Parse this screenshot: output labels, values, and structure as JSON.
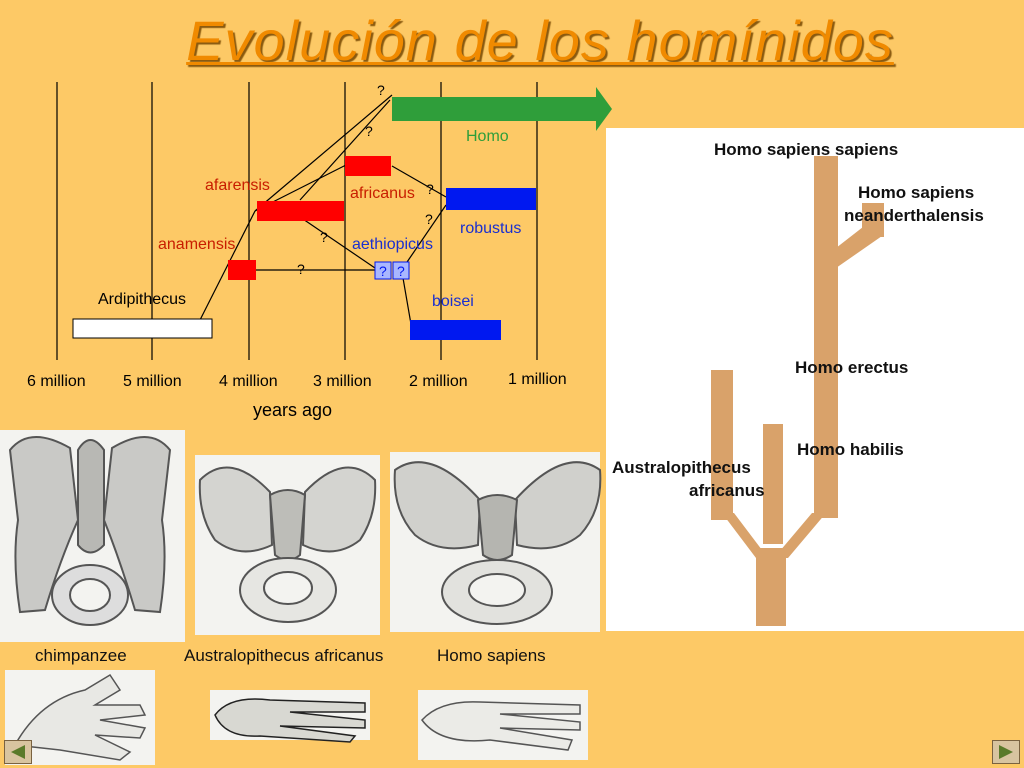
{
  "title": "Evolución de los homínidos",
  "timeline": {
    "axis_labels": [
      "6 million",
      "5 million",
      "4 million",
      "3 million",
      "2 million",
      "1 million"
    ],
    "axis_title": "years ago",
    "species": {
      "homo": "Homo",
      "afarensis": "afarensis",
      "africanus": "africanus",
      "robustus": "robustus",
      "anamensis": "anamensis",
      "aethiopicus": "aethiopicus",
      "ardipithecus": "Ardipithecus",
      "boisei": "boisei"
    },
    "question_mark": "?"
  },
  "tree": {
    "labels": {
      "sapiens_sapiens": "Homo sapiens sapiens",
      "neanderthalensis_1": "Homo sapiens",
      "neanderthalensis_2": "neanderthalensis",
      "erectus": "Homo erectus",
      "habilis": "Homo habilis",
      "australopithecus_1": "Australopithecus",
      "australopithecus_2": "africanus"
    },
    "branch_color": "#d9a26a"
  },
  "comparison": {
    "captions": [
      "chimpanzee",
      "Australopithecus africanus",
      "Homo sapiens"
    ]
  },
  "colors": {
    "background": "#fdc966",
    "title": "#f08a00",
    "homo_arrow": "#2f9e3a",
    "australopithecus_bar": "#ff0000",
    "paranthropus_bar": "#0018f0",
    "red_text": "#c81e00",
    "blue_text": "#1a2fd0"
  },
  "nav": {
    "prev": "previous-slide",
    "next": "next-slide"
  }
}
